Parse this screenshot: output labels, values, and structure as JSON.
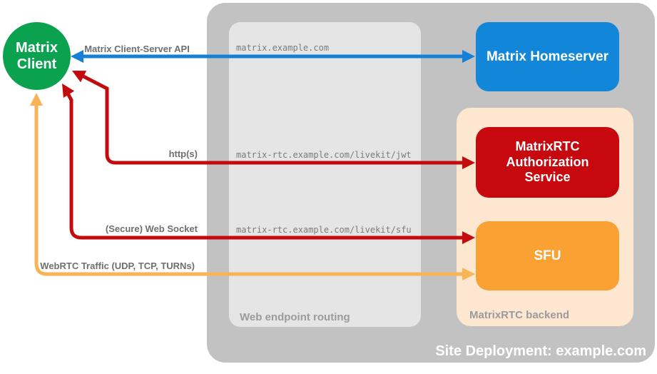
{
  "title": "Site Deployment: example.com",
  "colors": {
    "outer_container": "#c2c2c2",
    "inner_container": "#e5e5e5",
    "backend_container": "#fde7d0",
    "client_green": "#0ba24f",
    "homeserver_blue": "#1286d8",
    "auth_red": "#c7080e",
    "sfu_orange": "#f9a233",
    "arrow_blue": "#1480d6",
    "arrow_red": "#c30a0c",
    "arrow_orange": "#f9b357"
  },
  "nodes": {
    "client": {
      "label": "Matrix Client"
    },
    "homeserver": {
      "label": "Matrix Homeserver"
    },
    "auth_service": {
      "label": "MatrixRTC Authorization Service"
    },
    "sfu": {
      "label": "SFU"
    }
  },
  "containers": {
    "site_label": "Site Deployment: example.com",
    "routing_label": "Web endpoint routing",
    "backend_label": "MatrixRTC backend"
  },
  "connections": [
    {
      "label": "Matrix Client-Server API",
      "endpoint": "matrix.example.com",
      "from": "Matrix Client",
      "to": "Matrix Homeserver",
      "color": "blue",
      "bidirectional": true
    },
    {
      "label": "http(s)",
      "endpoint": "matrix-rtc.example.com/livekit/jwt",
      "from": "Matrix Client",
      "to": "MatrixRTC Authorization Service",
      "color": "red",
      "bidirectional": true
    },
    {
      "label": "(Secure) Web Socket",
      "endpoint": "matrix-rtc.example.com/livekit/sfu",
      "from": "Matrix Client",
      "to": "SFU",
      "color": "red",
      "bidirectional": true
    },
    {
      "label": "WebRTC Traffic (UDP, TCP, TURNs)",
      "endpoint": "",
      "from": "Matrix Client",
      "to": "SFU",
      "color": "orange",
      "bidirectional": true
    }
  ]
}
